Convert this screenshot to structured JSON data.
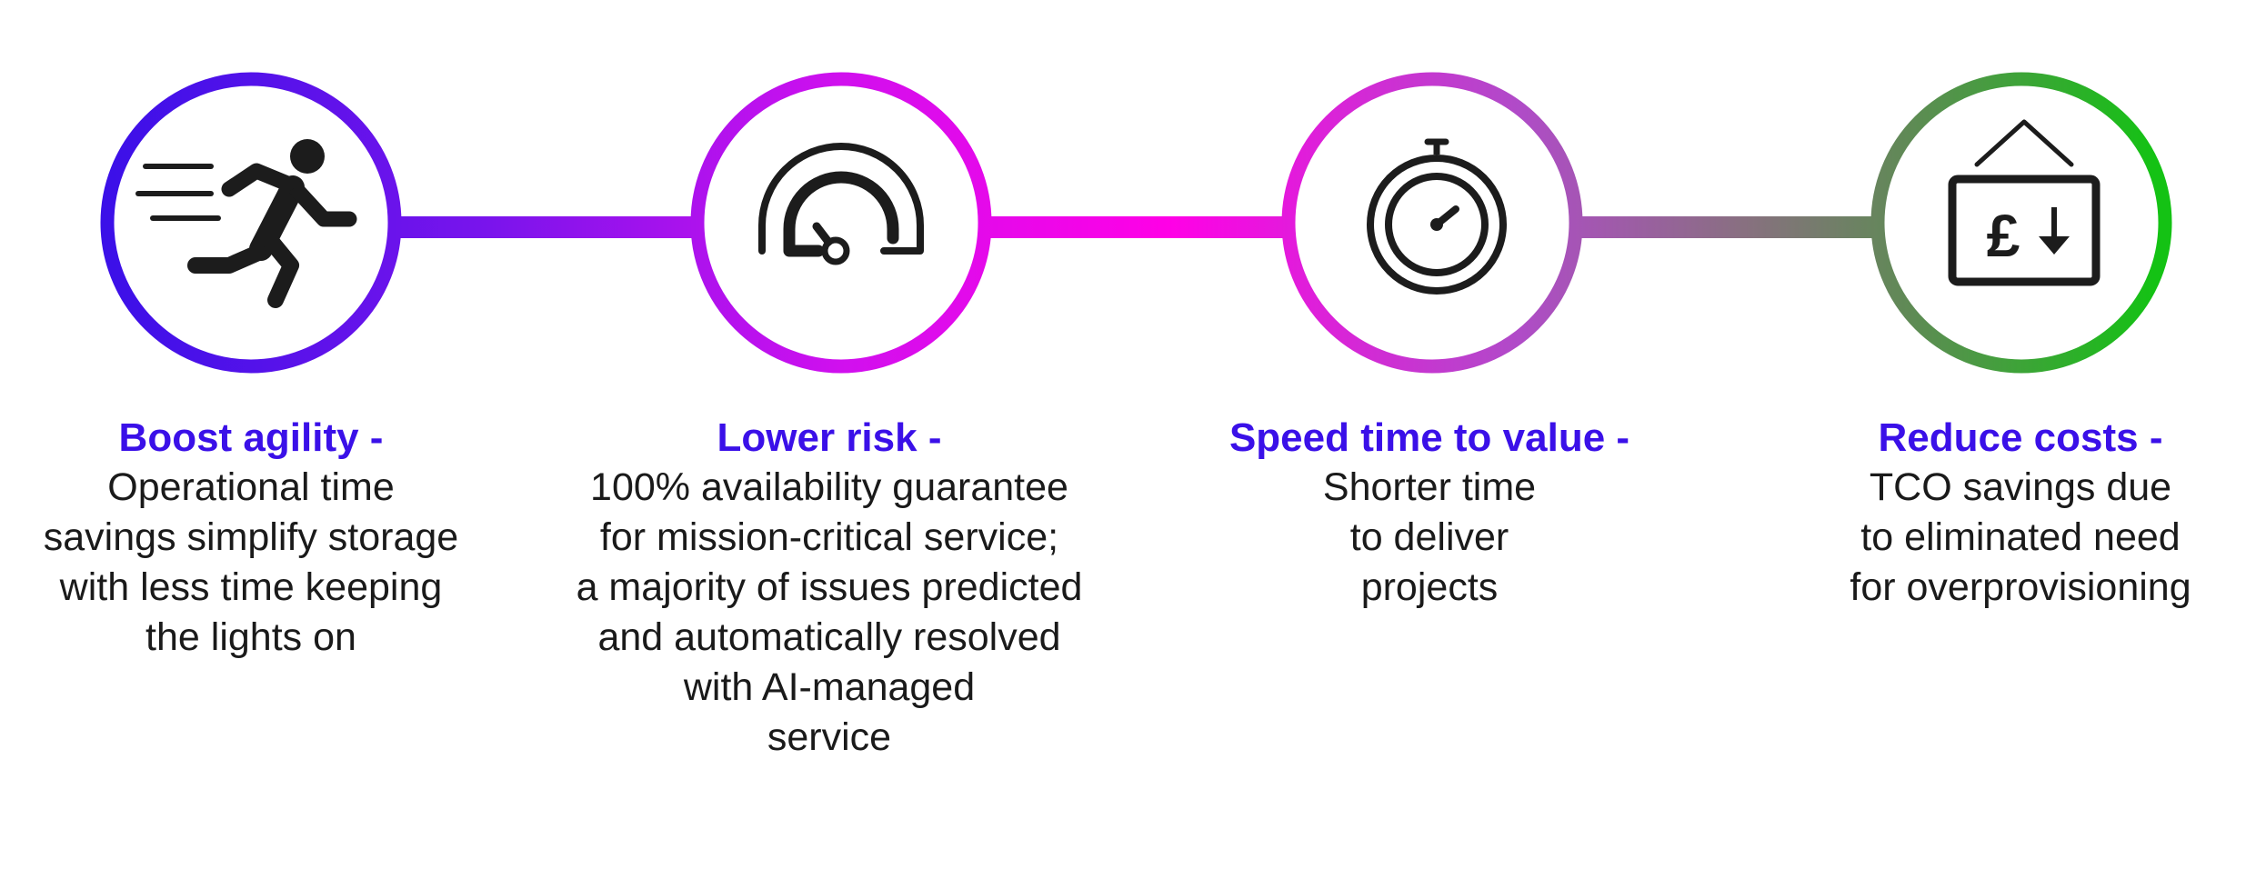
{
  "colors": {
    "title": "#3a10e8",
    "icon": "#1c1c1c",
    "gradient": [
      "#3a10e8",
      "#b51cee",
      "#ff00e6",
      "#b04bc8",
      "#6c7a5a",
      "#14c214"
    ]
  },
  "steps": [
    {
      "id": "boost-agility",
      "icon": "running-person-icon",
      "title": "Boost agility -",
      "lines": [
        "Operational time",
        "savings simplify storage",
        "with less time keeping",
        "the lights on"
      ]
    },
    {
      "id": "lower-risk",
      "icon": "gauge-icon",
      "title": "Lower risk -",
      "lines": [
        "100% availability guarantee",
        "for mission-critical service;",
        "a majority of issues predicted",
        "and automatically resolved",
        "with AI-managed",
        "service"
      ]
    },
    {
      "id": "speed-time-to-value",
      "icon": "stopwatch-icon",
      "title": "Speed time to value -",
      "lines": [
        "Shorter time",
        "to deliver",
        "projects"
      ]
    },
    {
      "id": "reduce-costs",
      "icon": "pound-down-sign-icon",
      "title": "Reduce costs -",
      "lines": [
        "TCO savings due",
        "to eliminated need",
        "for overprovisioning"
      ]
    }
  ]
}
